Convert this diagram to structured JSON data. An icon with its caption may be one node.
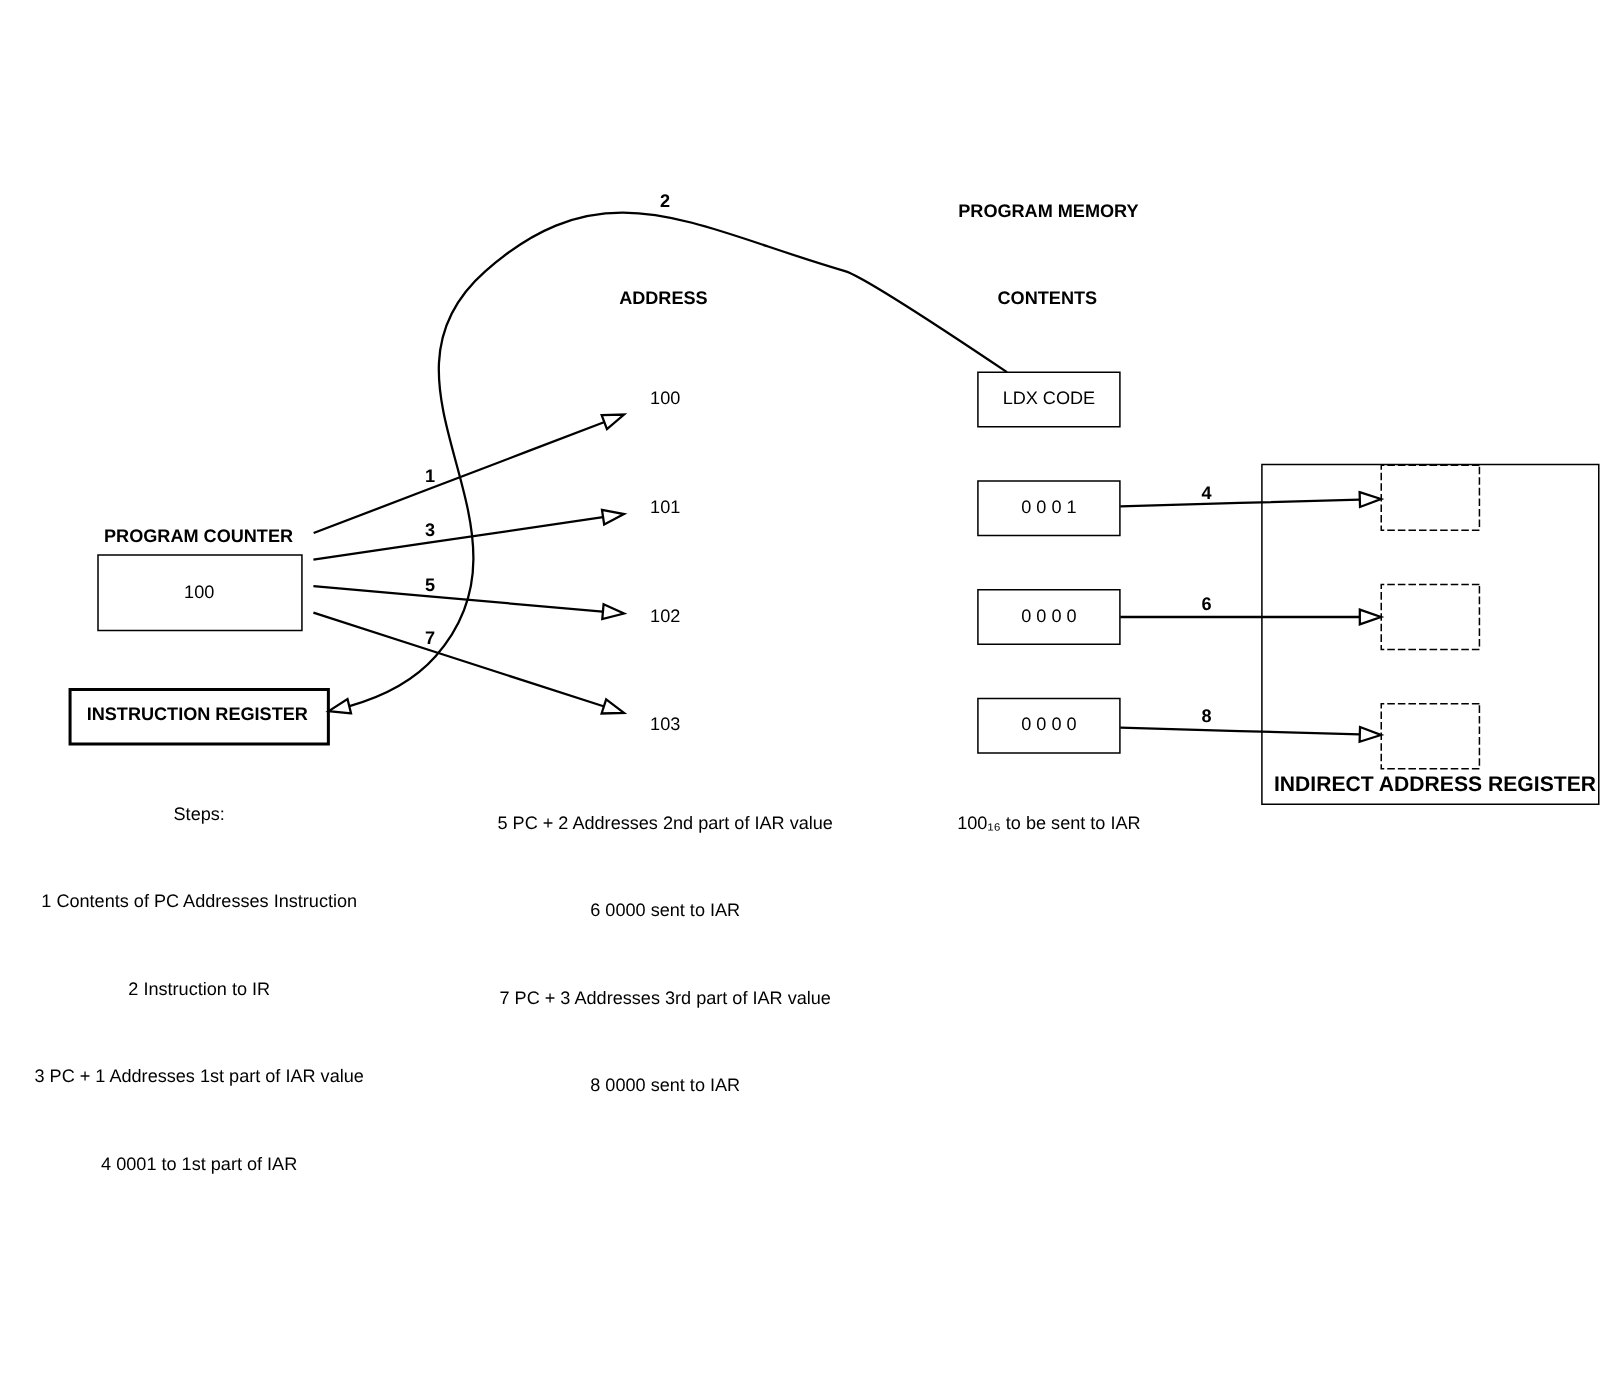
{
  "diagram": {
    "nodes": [
      {
        "text": [
          "PROGRAM COUNTER",
          "100"
        ]
      },
      {
        "text": [
          "100"
        ]
      },
      {
        "text": [
          "101"
        ]
      },
      {
        "text": [
          "102"
        ]
      },
      {
        "text": [
          "103"
        ]
      },
      {
        "text": [
          "LDX CODE"
        ]
      },
      {
        "text": [
          "0 0 0 1"
        ]
      },
      {
        "text": [
          "0 0 0 0"
        ]
      },
      {
        "text": [
          "0 0 0 0"
        ]
      },
      {
        "text": [
          "INSTRUCTION REGISTER"
        ]
      },
      {
        "text": [
          "INDIRECT ADDRESS REGISTER"
        ]
      },
      {
        "text": [],
        "shape": "box",
        "in": 10
      },
      {
        "text": [],
        "shape": "box",
        "in": 10
      },
      {
        "text": [],
        "shape": "box",
        "in": 10
      }
    ],
    "edges": [
      {
        "from": 0,
        "to": 1,
        "arrow": "to",
        "label": "1"
      },
      {
        "from": 5,
        "to": 9,
        "arrow": "to",
        "label": "2"
      },
      {
        "from": 0,
        "to": 2,
        "arrow": "to",
        "label": "3"
      },
      {
        "from": 6,
        "to": 11,
        "arrow": "to",
        "label": "4"
      },
      {
        "from": 0,
        "to": 3,
        "arrow": "to",
        "label": "5"
      },
      {
        "from": 7,
        "to": 12,
        "arrow": "to",
        "label": "6"
      },
      {
        "from": 0,
        "to": 4,
        "arrow": "to",
        "label": "7"
      },
      {
        "from": 8,
        "to": 13,
        "arrow": "to",
        "label": "8"
      }
    ],
    "labels": [
      "PROGRAM MEMORY",
      "ADDRESS",
      "CONTENTS",
      "100₁₆ to be sent to IAR",
      "Steps:",
      "1 Contents of PC Addresses Instruction",
      "2 Instruction to IR",
      "3 PC + 1 Addresses 1st part of IAR value",
      "4 0001 to 1st part of IAR",
      "5 PC + 2 Addresses 2nd part of IAR value",
      "6 0000 sent to IAR",
      "7 PC + 3 Addresses 3rd part of IAR value",
      "8 0000 sent to IAR"
    ]
  }
}
